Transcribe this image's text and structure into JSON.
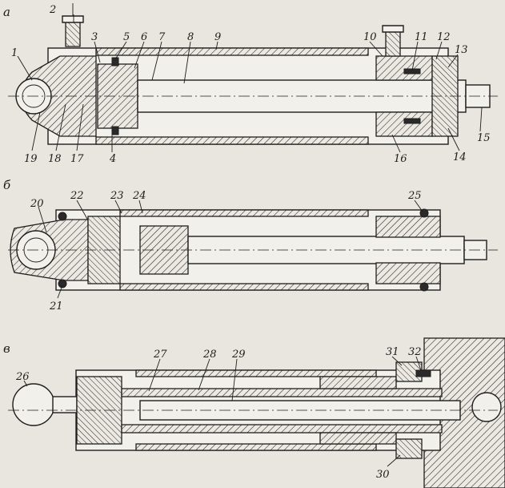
{
  "views": [
    {
      "id": "a",
      "label": "а"
    },
    {
      "id": "b",
      "label": "б"
    },
    {
      "id": "c",
      "label": "в"
    }
  ],
  "callouts": {
    "n1": "1",
    "n2": "2",
    "n3": "3",
    "n4": "4",
    "n5": "5",
    "n6": "6",
    "n7": "7",
    "n8": "8",
    "n9": "9",
    "n10": "10",
    "n11": "11",
    "n12": "12",
    "n13": "13",
    "n14": "14",
    "n15": "15",
    "n16": "16",
    "n17": "17",
    "n18": "18",
    "n19": "19",
    "n20": "20",
    "n21": "21",
    "n22": "22",
    "n23": "23",
    "n24": "24",
    "n25": "25",
    "n26": "26",
    "n27": "27",
    "n28": "28",
    "n29": "29",
    "n30": "30",
    "n31": "31",
    "n32": "32"
  },
  "colors": {
    "paper": "#e9e6df",
    "ink": "#1e1e1e"
  }
}
